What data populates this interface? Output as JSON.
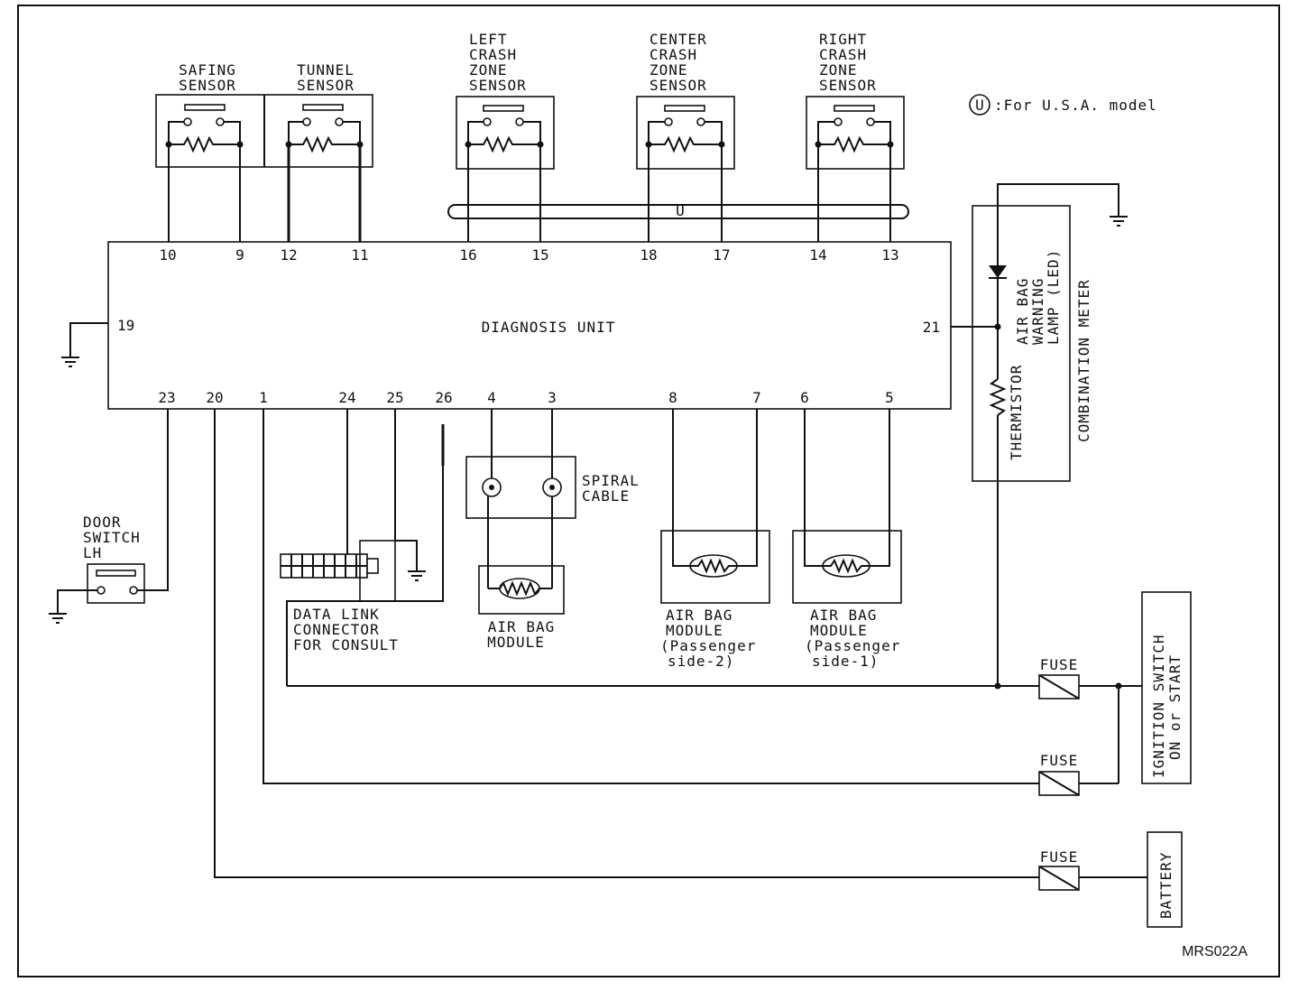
{
  "diagram": {
    "code": "MRS022A",
    "legend_symbol": "U",
    "legend_text": ":For U.S.A. model",
    "harness_label": "U",
    "diagnosis_unit": "DIAGNOSIS UNIT",
    "safing_sensor": [
      "SAFING",
      "SENSOR"
    ],
    "tunnel_sensor": [
      "TUNNEL",
      "SENSOR"
    ],
    "left_crash": [
      "LEFT",
      "CRASH",
      "ZONE",
      "SENSOR"
    ],
    "center_crash": [
      "CENTER",
      "CRASH",
      "ZONE",
      "SENSOR"
    ],
    "right_crash": [
      "RIGHT",
      "CRASH",
      "ZONE",
      "SENSOR"
    ],
    "door_switch": [
      "DOOR",
      "SWITCH",
      "LH"
    ],
    "data_link": [
      "DATA LINK",
      "CONNECTOR",
      "FOR CONSULT"
    ],
    "spiral_cable": [
      "SPIRAL",
      "CABLE"
    ],
    "airbag_module": [
      "AIR BAG",
      "MODULE"
    ],
    "airbag_pass2": [
      "AIR BAG",
      "MODULE",
      "(Passenger",
      "side-2)"
    ],
    "airbag_pass1": [
      "AIR BAG",
      "MODULE",
      "(Passenger",
      "side-1)"
    ],
    "warning_lamp": [
      "AIR BAG",
      "WARNING",
      "LAMP (LED)"
    ],
    "thermistor": "THERMISTOR",
    "combination_meter": "COMBINATION METER",
    "ignition_switch": [
      "IGNITION SWITCH",
      "ON or START"
    ],
    "battery": "BATTERY",
    "fuse": "FUSE",
    "pins": {
      "p10": "10",
      "p9": "9",
      "p12": "12",
      "p11": "11",
      "p16": "16",
      "p15": "15",
      "p18": "18",
      "p17": "17",
      "p14": "14",
      "p13": "13",
      "p19": "19",
      "p21": "21",
      "p23": "23",
      "p20": "20",
      "p1": "1",
      "p24": "24",
      "p25": "25",
      "p26": "26",
      "p4": "4",
      "p3": "3",
      "p8": "8",
      "p7": "7",
      "p6": "6",
      "p5": "5"
    }
  }
}
